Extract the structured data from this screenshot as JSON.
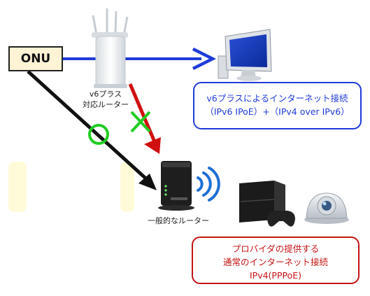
{
  "onu": {
    "label": "ONU"
  },
  "v6_router": {
    "caption_line1": "v6プラス",
    "caption_line2": "対応ルーター"
  },
  "general_router": {
    "caption": "一般的なルーター"
  },
  "v6_route_box": {
    "line1": "v6プラスによるインターネット接続",
    "line2": "（IPv6 IPoE）+（IPv4 over IPv6）"
  },
  "provider_route_box": {
    "line1": "プロバイダの提供する",
    "line2": "通常のインターネット接続",
    "line3": "IPv4(PPPoE)"
  },
  "colors": {
    "v6_route": "#1f3bd8",
    "provider_route": "#c41414",
    "ok_mark": "#22cc22",
    "ng_mark": "#22cc22",
    "red_arrow": "#d01010",
    "onu_fill": "#fff3d6",
    "pale_panel": "#fffbd9"
  },
  "icons": [
    "v6-router-icon",
    "pc-monitor-icon",
    "general-router-icon",
    "wifi-signal-icon",
    "game-console-icon",
    "network-camera-icon",
    "circle-ok-icon",
    "cross-ng-icon"
  ]
}
